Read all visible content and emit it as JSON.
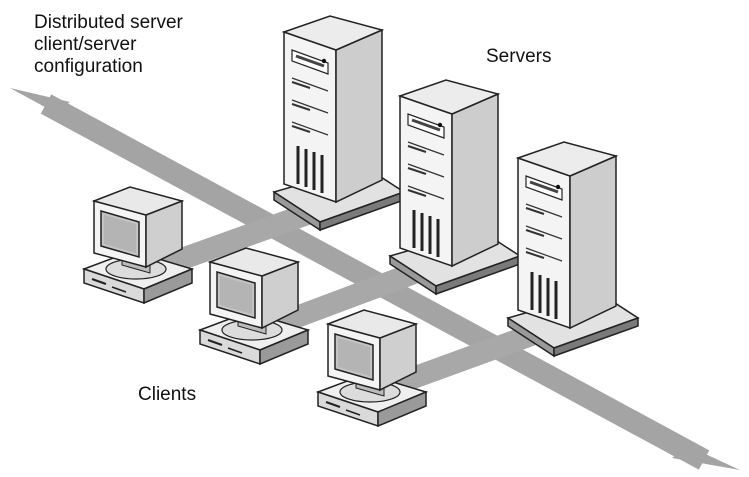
{
  "title": {
    "line1": "Distributed server",
    "line2": "client/server",
    "line3": "configuration"
  },
  "labels": {
    "servers": "Servers",
    "clients": "Clients"
  },
  "colors": {
    "background": "#ffffff",
    "network_arrow": "#a4a4a4",
    "device_body": "#f2f2f2",
    "device_shade": "#cfcfcf",
    "device_dark": "#8c8c8c",
    "screen": "#c9c9c9",
    "outline": "#222222"
  },
  "icons": [
    "server-tower-icon",
    "crt-monitor-icon",
    "desktop-base-icon",
    "double-arrow-icon"
  ]
}
